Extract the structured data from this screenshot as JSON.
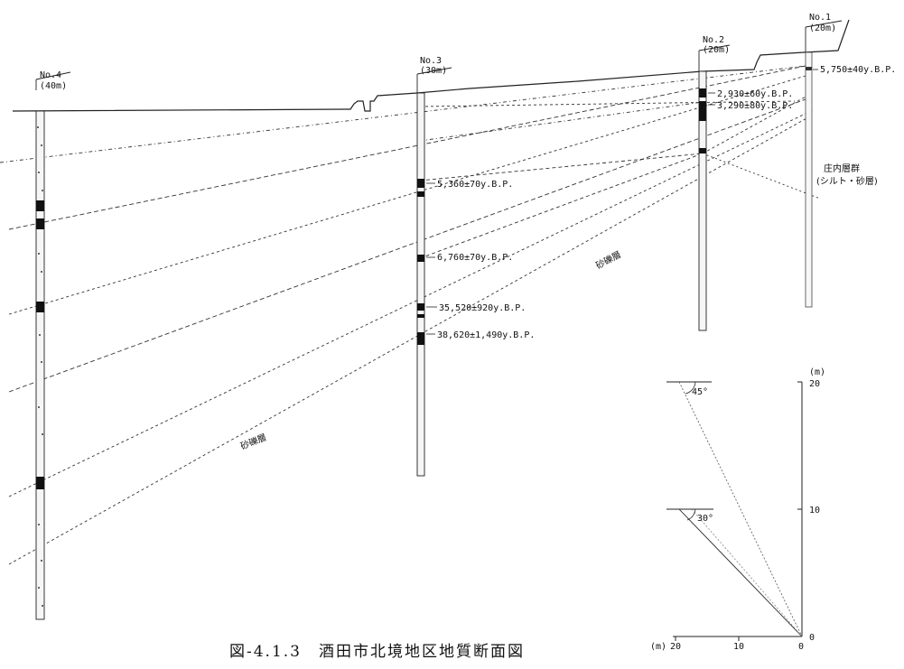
{
  "caption": "図-4.1.3　酒田市北境地区地質断面図",
  "boreholes": [
    {
      "id": "No.4",
      "depth_label": "(40m)"
    },
    {
      "id": "No.3",
      "depth_label": "(30m)"
    },
    {
      "id": "No.2",
      "depth_label": "(20m)"
    },
    {
      "id": "No.1",
      "depth_label": "(20m)"
    }
  ],
  "dates": [
    "5,750±40y.B.P.",
    "2,930±60y.B.P.",
    "3,290±80y.B.P.",
    "5,360±70y.B.P.",
    "6,760±70y.B.P.",
    "35,520±920y.B.P.",
    "38,620±1,490y.B.P."
  ],
  "formations": {
    "shonai_group": "庄内層群",
    "shonai_group_sub": "(シルト・砂層)",
    "gravel_upper": "砂礫層",
    "gravel_lower": "砂礫層"
  },
  "scale": {
    "unit": "(m)",
    "vertical_ticks": [
      "20",
      "10",
      "0"
    ],
    "horizontal_unit": "(m)",
    "horizontal_ticks": [
      "20",
      "10",
      "0"
    ],
    "angle_45": "45°",
    "angle_30": "30°"
  }
}
